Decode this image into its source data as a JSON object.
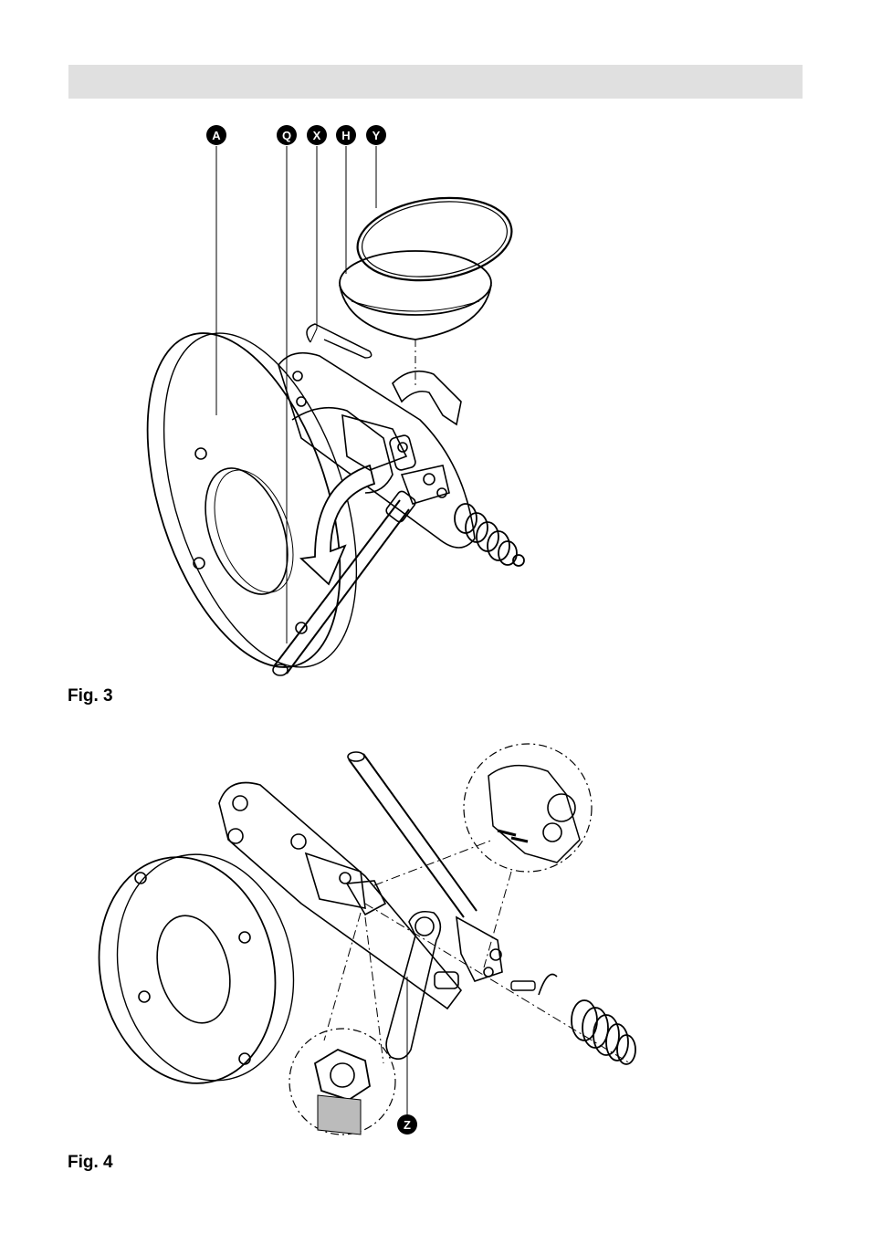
{
  "figures": [
    {
      "caption": "Fig. 3",
      "markers": [
        "A",
        "Q",
        "X",
        "H",
        "Y"
      ]
    },
    {
      "caption": "Fig. 4",
      "markers": [
        "Z"
      ]
    }
  ]
}
